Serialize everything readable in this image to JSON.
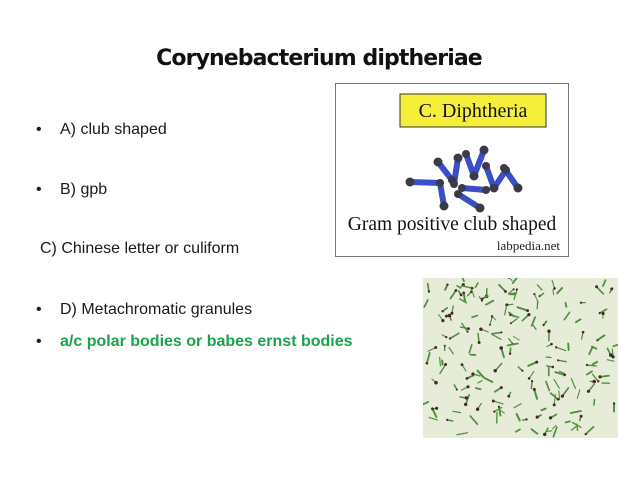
{
  "slide": {
    "title": "Corynebacterium diptheriae",
    "items": [
      {
        "bullet": "•",
        "text": "A) club shaped",
        "color": "#1a1a1a"
      },
      {
        "bullet": "•",
        "text": "B) gpb",
        "color": "#1a1a1a"
      },
      {
        "bullet": "",
        "text": "C) Chinese letter or culiform",
        "color": "#1a1a1a"
      },
      {
        "bullet": "•",
        "text": "D) Metachromatic granules",
        "color": "#1a1a1a"
      },
      {
        "bullet": "•",
        "text": "a/c polar bodies or babes ernst bodies",
        "color": "#1aa34a"
      }
    ]
  },
  "figure_diagram": {
    "label": "C. Diphtheria",
    "label_bg": "#f5ef3a",
    "caption": "Gram positive club shaped",
    "source": "labpedia.net",
    "rod_color": "#3b4fc4",
    "granule_color": "#3a3a48"
  },
  "figure_micrograph": {
    "background": "#e7ecd9",
    "bacteria_color": "#4f8f3c",
    "granule_color": "#4a2626"
  }
}
